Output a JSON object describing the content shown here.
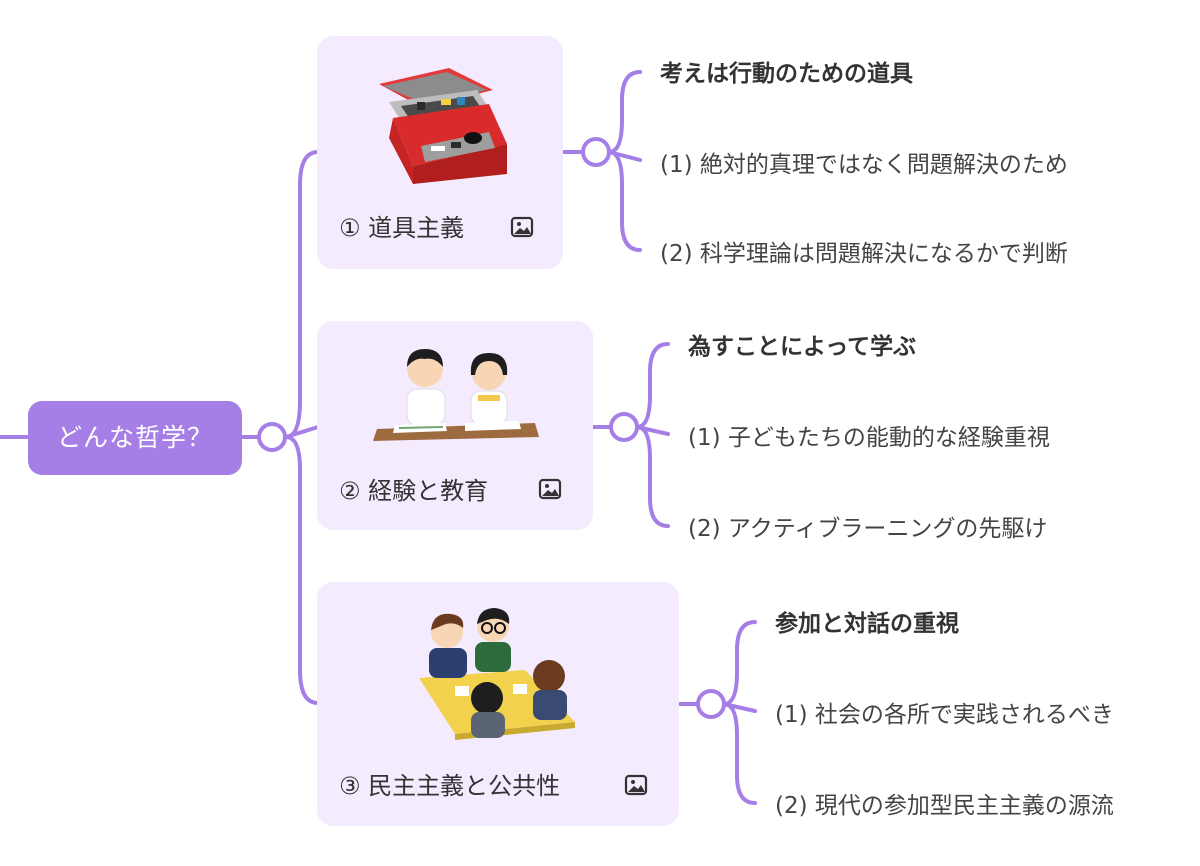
{
  "root": {
    "label": "どんな哲学？"
  },
  "branches": [
    {
      "label": "① 道具主義",
      "image": "toolbox-illustration",
      "heading": "考えは行動のための道具",
      "items": [
        "(1) 絶対的真理ではなく問題解決のため",
        "(2) 科学理論は問題解決になるかで判断"
      ]
    },
    {
      "label": "② 経験と教育",
      "image": "students-studying-illustration",
      "heading": "為すことによって学ぶ",
      "items": [
        "(1) 子どもたちの能動的な経験重視",
        "(2) アクティブラーニングの先駆け"
      ]
    },
    {
      "label": "③ 民主主義と公共性",
      "image": "group-discussion-illustration",
      "heading": "参加と対話の重視",
      "items": [
        "(1) 社会の各所で実践されるべき",
        "(2) 現代の参加型民主主義の源流"
      ]
    }
  ],
  "colors": {
    "accent": "#a57fe6",
    "card_bg": "#f4ecfe",
    "text": "#333333"
  }
}
